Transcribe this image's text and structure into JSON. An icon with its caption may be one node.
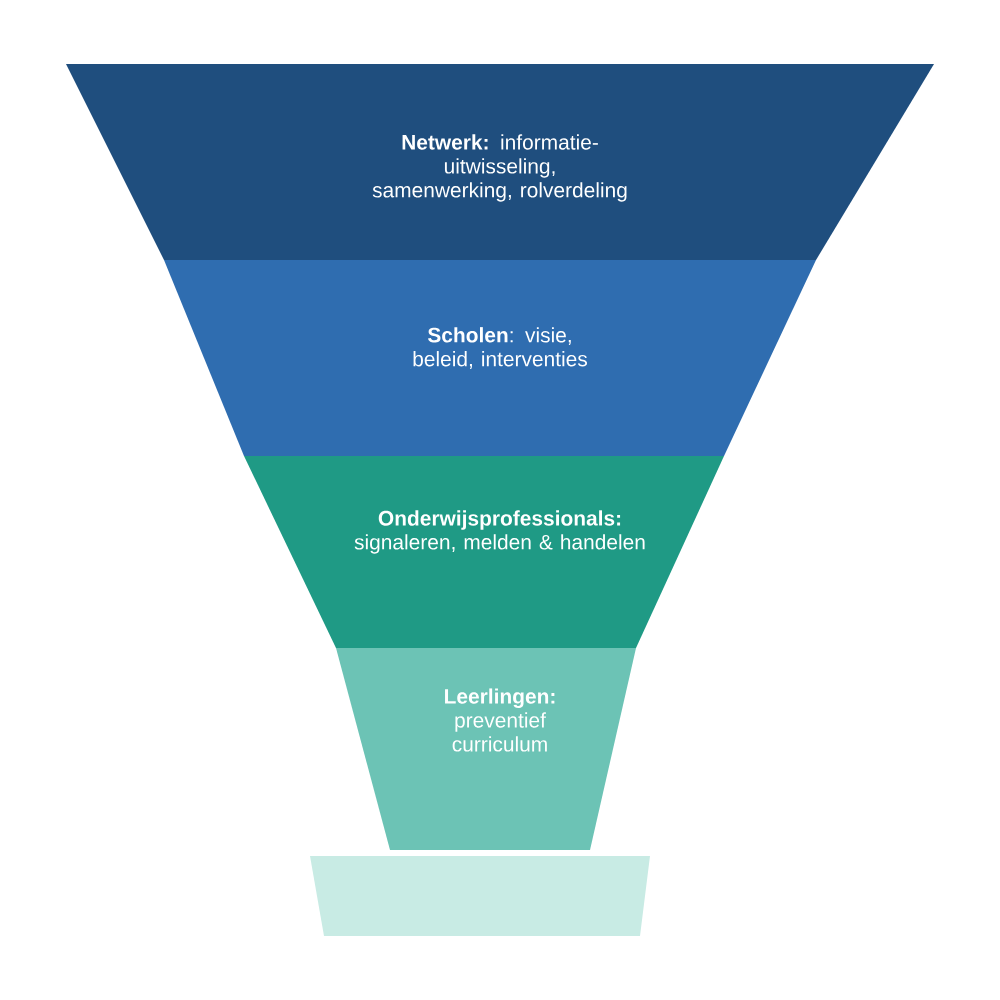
{
  "diagram": {
    "nodes": [
      {
        "text": [
          "**Netwerk:** informatie-uitwisseling, samenwerking, rolverdeling"
        ]
      },
      {
        "text": [
          "**Scholen**: visie, beleid, interventies"
        ]
      },
      {
        "text": [
          "**Onderwijsprofessionals:** signaleren, melden & handelen"
        ]
      },
      {
        "text": [
          "**Leerlingen:** preventief curriculum"
        ]
      },
      {
        "text": [],
        "shape": "box"
      }
    ]
  }
}
